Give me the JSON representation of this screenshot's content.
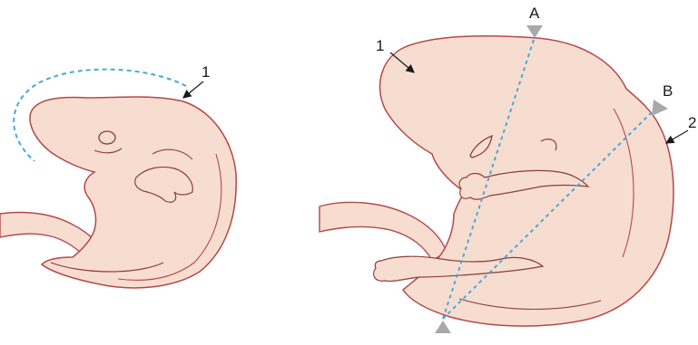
{
  "labels": {
    "left_curve_marker": "1",
    "right_head_marker": "1",
    "right_crown_marker": "2",
    "measure_top_point": "A",
    "measure_side_point": "B"
  },
  "colors": {
    "skin": "#f7ddd0",
    "outline": "#b5484a",
    "detail_line": "#8a3d3d",
    "measure_line": "#4aa8d8",
    "arrow_fill": "#a9a9a9",
    "label_text": "#1a1a1a"
  },
  "icons": {
    "measure_arrows": "gray-triangle-arrow-icon",
    "pointer_arrows": "black-line-arrow-icon"
  }
}
